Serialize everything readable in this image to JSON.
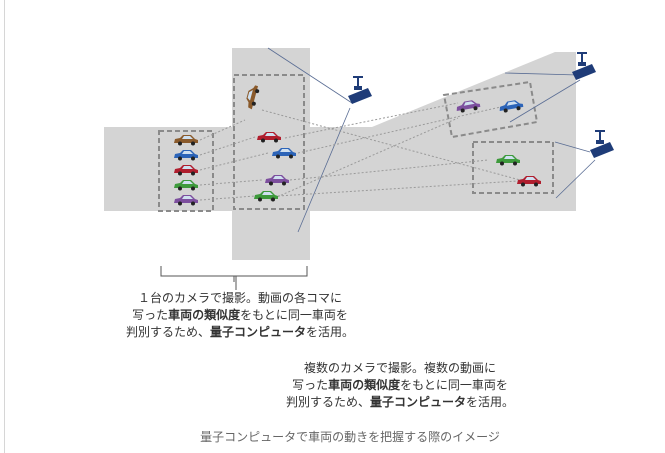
{
  "captions": {
    "single_camera": {
      "line1": "１台のカメラで撮影。動画の各コマに",
      "line2_pre": "写った",
      "line2_bold": "車両の類似度",
      "line2_post": "をもとに同一車両を",
      "line3_pre": "判別するため、",
      "line3_bold": "量子コンピュータ",
      "line3_post": "を活用。"
    },
    "multi_camera": {
      "line1": "複数のカメラで撮影。複数の動画に",
      "line2_pre": "写った",
      "line2_bold": "車両の類似度",
      "line2_post": "をもとに同一車両を",
      "line3_pre": "判別するため、",
      "line3_bold": "量子コンピュータ",
      "line3_post": "を活用。"
    }
  },
  "figure_caption": "量子コンピュータで車両の動きを把握する際のイメージ",
  "colors": {
    "road": "#d4d4d4",
    "camera": "#1f3c78",
    "dashed_box": "#8a8a8a",
    "brown": "#8a5a2b",
    "blue": "#2c64b8",
    "red": "#b01e2e",
    "green": "#3e9a3c",
    "purple": "#7d4f9e"
  },
  "icons": [
    "camera-icon",
    "car-icon"
  ]
}
